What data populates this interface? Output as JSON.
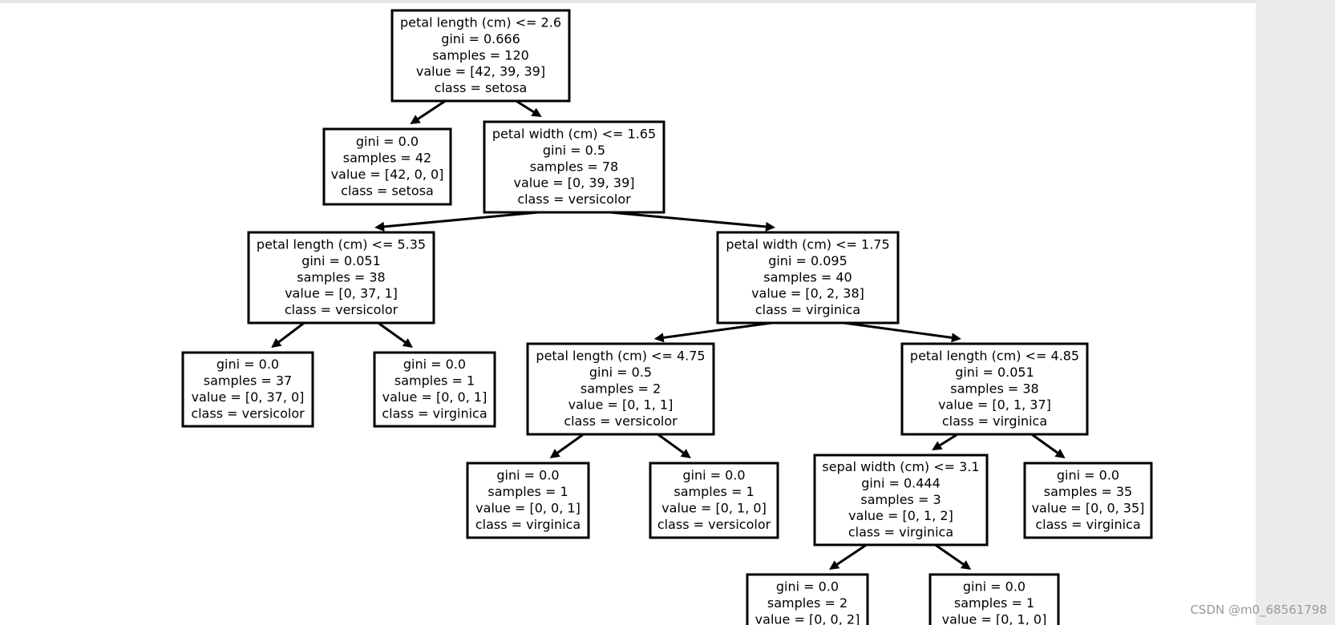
{
  "diagram": {
    "nodes": [
      {
        "id": "n0",
        "lines": [
          "petal length (cm) <= 2.6",
          "gini = 0.666",
          "samples = 120",
          "value = [42, 39, 39]",
          "class = setosa"
        ]
      },
      {
        "id": "n1",
        "lines": [
          "gini = 0.0",
          "samples = 42",
          "value = [42, 0, 0]",
          "class = setosa"
        ]
      },
      {
        "id": "n2",
        "lines": [
          "petal width (cm) <= 1.65",
          "gini = 0.5",
          "samples = 78",
          "value = [0, 39, 39]",
          "class = versicolor"
        ]
      },
      {
        "id": "n3",
        "lines": [
          "petal length (cm) <= 5.35",
          "gini = 0.051",
          "samples = 38",
          "value = [0, 37, 1]",
          "class = versicolor"
        ]
      },
      {
        "id": "n4",
        "lines": [
          "petal width (cm) <= 1.75",
          "gini = 0.095",
          "samples = 40",
          "value = [0, 2, 38]",
          "class = virginica"
        ]
      },
      {
        "id": "n5",
        "lines": [
          "gini = 0.0",
          "samples = 37",
          "value = [0, 37, 0]",
          "class = versicolor"
        ]
      },
      {
        "id": "n6",
        "lines": [
          "gini = 0.0",
          "samples = 1",
          "value = [0, 0, 1]",
          "class = virginica"
        ]
      },
      {
        "id": "n7",
        "lines": [
          "petal length (cm) <= 4.75",
          "gini = 0.5",
          "samples = 2",
          "value = [0, 1, 1]",
          "class = versicolor"
        ]
      },
      {
        "id": "n8",
        "lines": [
          "petal length (cm) <= 4.85",
          "gini = 0.051",
          "samples = 38",
          "value = [0, 1, 37]",
          "class = virginica"
        ]
      },
      {
        "id": "n9",
        "lines": [
          "gini = 0.0",
          "samples = 1",
          "value = [0, 0, 1]",
          "class = virginica"
        ]
      },
      {
        "id": "n10",
        "lines": [
          "gini = 0.0",
          "samples = 1",
          "value = [0, 1, 0]",
          "class = versicolor"
        ]
      },
      {
        "id": "n11",
        "lines": [
          "sepal width (cm) <= 3.1",
          "gini = 0.444",
          "samples = 3",
          "value = [0, 1, 2]",
          "class = virginica"
        ]
      },
      {
        "id": "n12",
        "lines": [
          "gini = 0.0",
          "samples = 35",
          "value = [0, 0, 35]",
          "class = virginica"
        ]
      },
      {
        "id": "n13",
        "lines": [
          "gini = 0.0",
          "samples = 2",
          "value = [0, 0, 2]"
        ]
      },
      {
        "id": "n14",
        "lines": [
          "gini = 0.0",
          "samples = 1",
          "value = [0, 1, 0]"
        ]
      }
    ],
    "edges": [
      {
        "from": "n0",
        "to": "n1"
      },
      {
        "from": "n0",
        "to": "n2"
      },
      {
        "from": "n2",
        "to": "n3"
      },
      {
        "from": "n2",
        "to": "n4"
      },
      {
        "from": "n3",
        "to": "n5"
      },
      {
        "from": "n3",
        "to": "n6"
      },
      {
        "from": "n4",
        "to": "n7"
      },
      {
        "from": "n4",
        "to": "n8"
      },
      {
        "from": "n7",
        "to": "n9"
      },
      {
        "from": "n7",
        "to": "n10"
      },
      {
        "from": "n8",
        "to": "n11"
      },
      {
        "from": "n8",
        "to": "n12"
      },
      {
        "from": "n11",
        "to": "n13"
      },
      {
        "from": "n11",
        "to": "n14"
      }
    ]
  },
  "watermark": "CSDN @m0_68561798"
}
